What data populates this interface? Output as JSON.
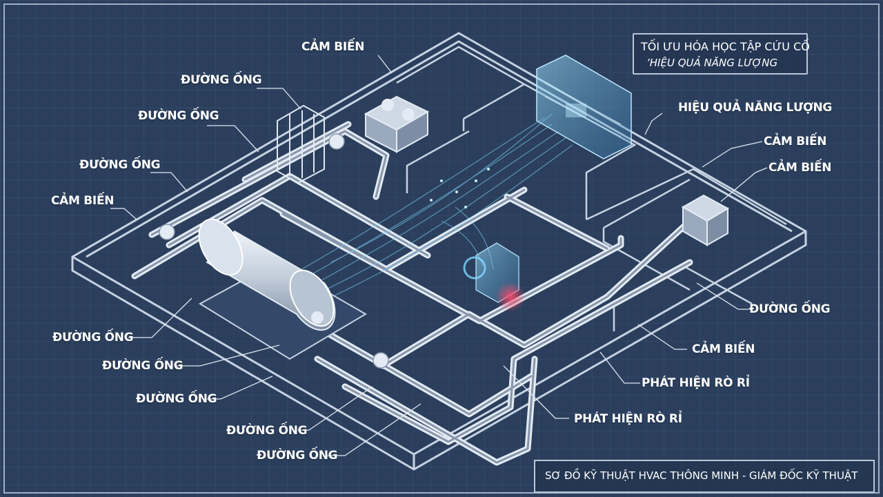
{
  "title_box": {
    "line1": "TỐI ƯU HÓA HỌC TẬP CỨU CỐ",
    "line2": "’HIỆU QUẢ NĂNG LƯỢNG"
  },
  "footer": {
    "text": "SƠ ĐỒ KỸ THUẬT HVAC THÔNG MINH - GIÁM ĐỐC KỸ THUẬT"
  },
  "labels": {
    "top_sensor": "CẢM BIẾN",
    "pipe_1": "ĐƯỜNG ỐNG",
    "pipe_2": "ĐƯỜNG ỐNG",
    "pipe_3": "ĐƯỜNG ỐNG",
    "sensor_left": "CẢM BIẾN",
    "energy_efficiency": "HIỆU QUẢ NĂNG LƯỢNG",
    "sensor_right_1": "CẢM BIẾN",
    "sensor_right_2": "CẢM BIẾN",
    "pipe_right": "ĐƯỜNG ỐNG",
    "sensor_right_3": "CẢM BIẾN",
    "leak_1": "PHÁT HIỆN RÒ RỈ",
    "leak_2": "PHÁT HIỆN RÒ RỈ",
    "pipe_bottom_1": "ĐƯỜNG ỐNG",
    "pipe_bottom_2": "ĐƯỜNG ỐNG",
    "pipe_bottom_3": "ĐƯỜNG ỐNG",
    "pipe_bottom_4": "ĐƯỜNG ỐNG",
    "pipe_bottom_5": "ĐƯỜNG ỐNG"
  },
  "colors": {
    "background": "#2b3f5d",
    "grid": "#3a5275",
    "wall": "#c7d3e2",
    "pipe": "#d8e2ee",
    "flow": "#7fd8ff",
    "leak": "#ff4d6a"
  }
}
